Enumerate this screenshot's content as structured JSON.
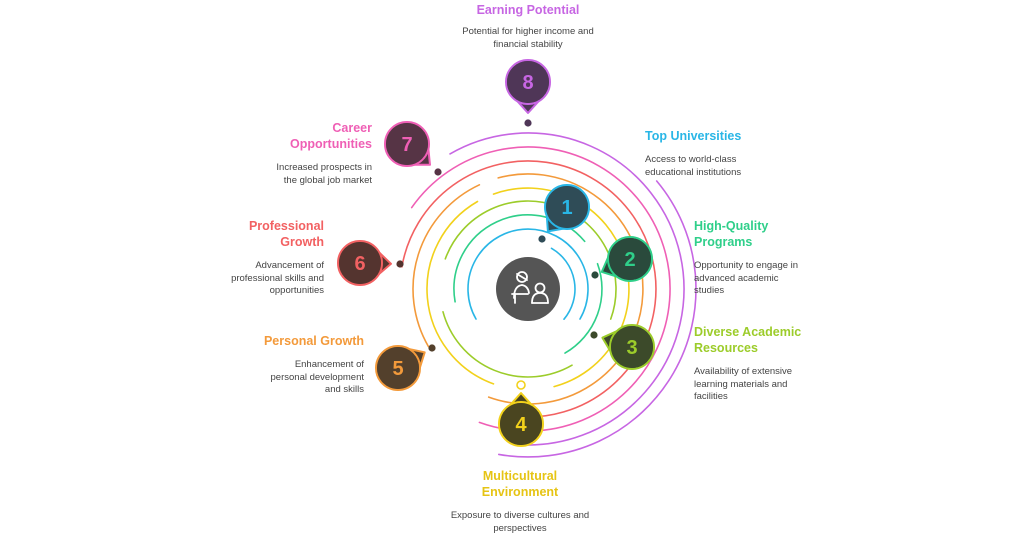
{
  "colors": {
    "c1": "#29b6e6",
    "c2": "#2fcf8a",
    "c3": "#9ccc2a",
    "c4": "#f2d11b",
    "c5": "#f39a3b",
    "c6": "#f26162",
    "c7": "#ef5fb5",
    "c8": "#c766e3",
    "bubble1": "#2f4c57",
    "bubble2": "#2a4a3c",
    "bubble3": "#3c4a2a",
    "bubble4": "#4a4520",
    "bubble5": "#53402c",
    "bubble6": "#54342f",
    "bubble7": "#563445",
    "bubble8": "#4f3657",
    "center": "#555555"
  },
  "center_icon": "teacher-student-icon",
  "steps": [
    {
      "number": "1",
      "title": "Top Universities",
      "description": "Access to world-class educational institutions"
    },
    {
      "number": "2",
      "title": "High-Quality Programs",
      "description": "Opportunity to engage in advanced academic studies"
    },
    {
      "number": "3",
      "title": "Diverse Academic Resources",
      "description": "Availability of extensive learning materials and facilities"
    },
    {
      "number": "4",
      "title": "Multicultural Environment",
      "description": "Exposure to diverse cultures and perspectives"
    },
    {
      "number": "5",
      "title": "Personal Growth",
      "description": "Enhancement of personal development and skills"
    },
    {
      "number": "6",
      "title": "Professional Growth",
      "description": "Advancement of professional skills and opportunities"
    },
    {
      "number": "7",
      "title": "Career Opportunities",
      "description": "Increased prospects in the global job market"
    },
    {
      "number": "8",
      "title": "Earning Potential",
      "description": "Potential for higher income and financial stability"
    }
  ]
}
